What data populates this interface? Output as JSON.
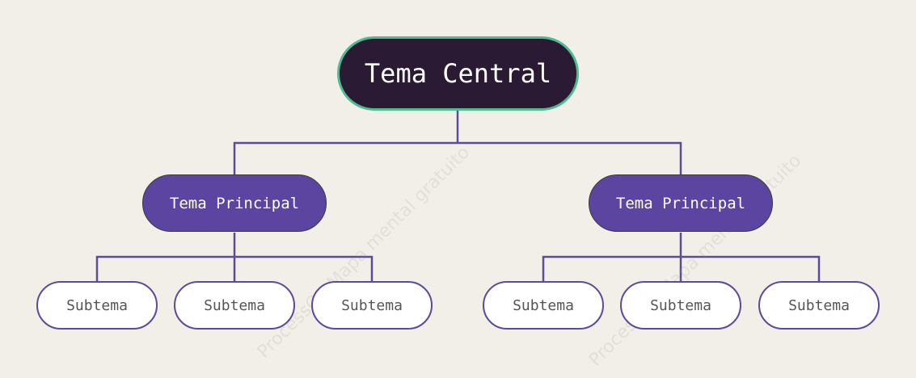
{
  "colors": {
    "background": "#f2efe9",
    "central_fill": "#2a1a33",
    "central_border": "#4dbd8f",
    "main_fill": "#5b45a0",
    "connector": "#5d4a9c"
  },
  "central": {
    "label": "Tema Central"
  },
  "branches": [
    {
      "label": "Tema Principal",
      "subtopics": [
        "Subtema",
        "Subtema",
        "Subtema"
      ]
    },
    {
      "label": "Tema Principal",
      "subtopics": [
        "Subtema",
        "Subtema",
        "Subtema"
      ]
    }
  ],
  "watermark": "ProcessOn Mapa mental gratuito"
}
